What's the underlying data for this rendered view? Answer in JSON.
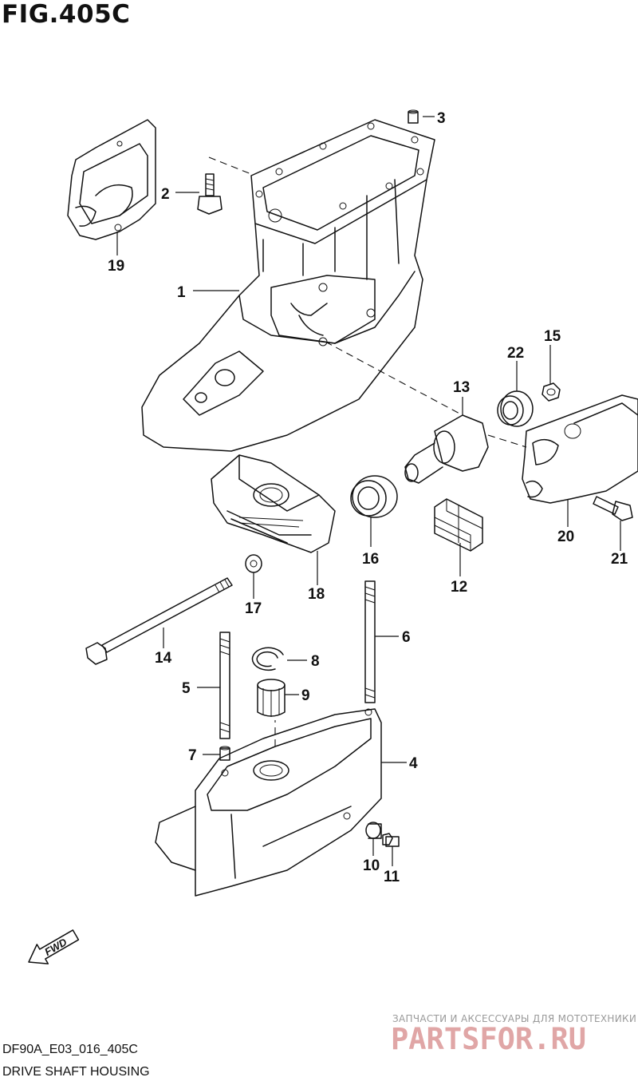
{
  "figure": {
    "title": "FIG.405C",
    "code": "DF90A_E03_016_405C",
    "caption": "DRIVE SHAFT HOUSING",
    "fwd_label": "FWD"
  },
  "callouts": [
    "1",
    "2",
    "3",
    "4",
    "5",
    "6",
    "7",
    "8",
    "9",
    "10",
    "11",
    "12",
    "13",
    "14",
    "15",
    "16",
    "17",
    "18",
    "19",
    "20",
    "21",
    "22"
  ],
  "watermark": {
    "tagline": "ЗАПЧАСТИ И АКСЕССУАРЫ ДЛЯ МОТОТЕХНИКИ",
    "logo": "PARTSFOR.RU"
  },
  "colors": {
    "line": "#111111",
    "watermark_logo": "#e0a6a6",
    "watermark_text": "#9a9a9a"
  }
}
